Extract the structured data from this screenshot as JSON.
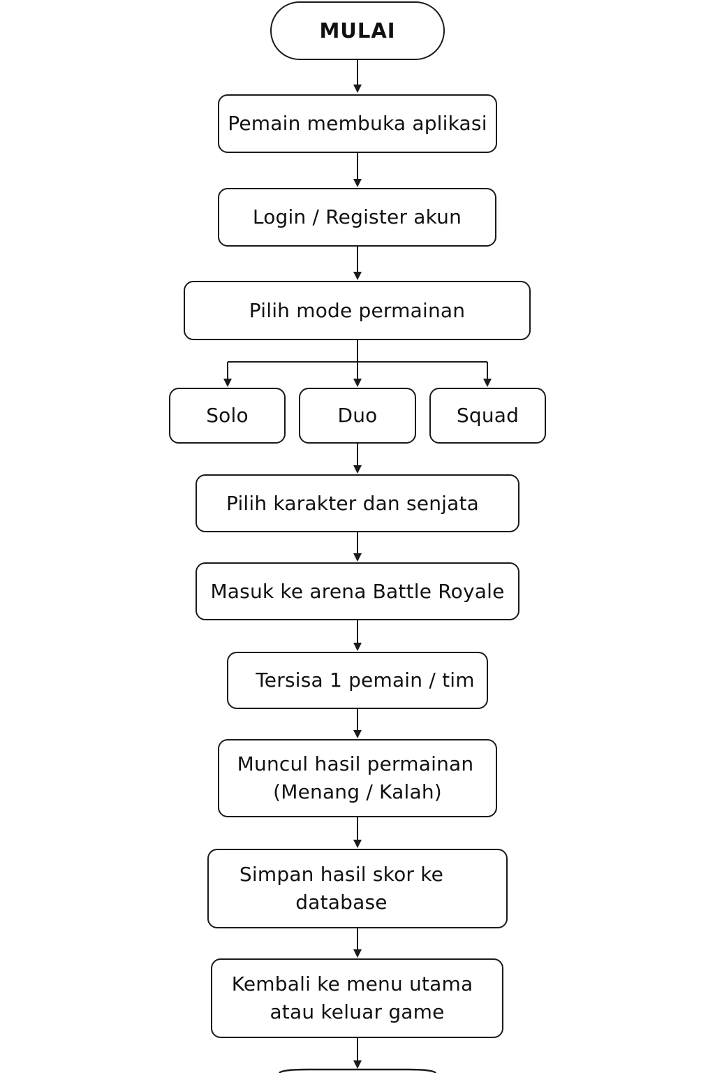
{
  "flow": {
    "start": "MULAI",
    "open_app": "Pemain membuka aplikasi",
    "login": "Login / Register akun",
    "choose_mode": "Pilih mode permainan",
    "modes": {
      "solo": "Solo",
      "duo": "Duo",
      "squad": "Squad"
    },
    "choose_character": "Pilih karakter dan senjata",
    "enter_arena": "Masuk ke arena Battle Royale",
    "last_standing": "Tersisa 1 pemain / tim",
    "result": {
      "line1": "Muncul hasil permainan",
      "line2": "(Menang / Kalah)"
    },
    "save_score": {
      "line1": "Simpan hasil skor ke",
      "line2": "database"
    },
    "back_or_exit": {
      "line1": "Kembali ke menu utama",
      "line2": "atau keluar game"
    }
  },
  "colors": {
    "stroke": "#1a1a1a",
    "background": "#ffffff"
  }
}
